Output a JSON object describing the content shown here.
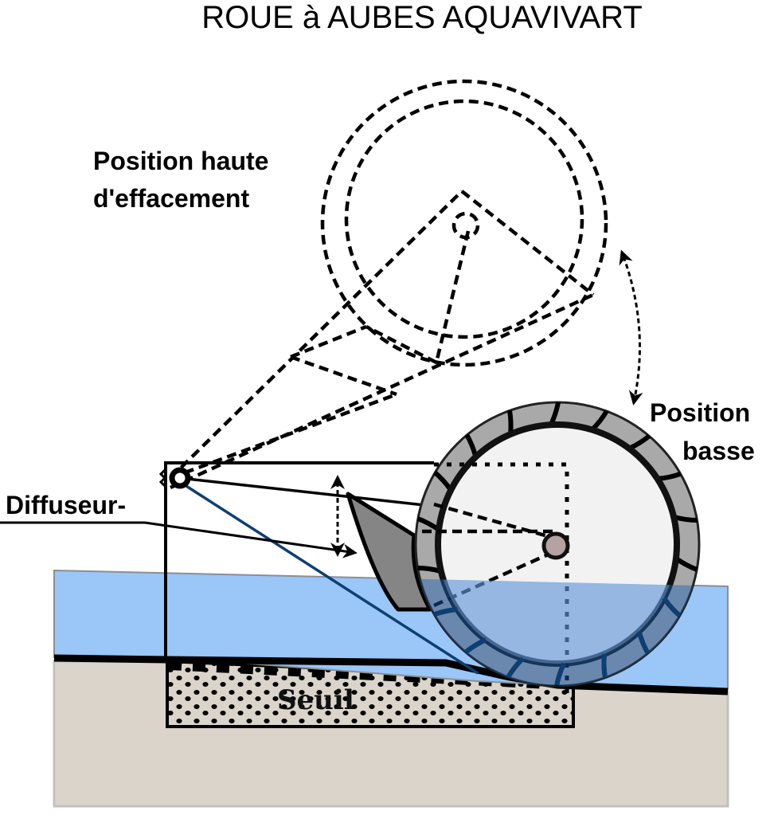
{
  "diagram": {
    "title": "ROUE à AUBES AQUAVIVART",
    "labels": {
      "high_position_line1": "Position haute",
      "high_position_line2": "d'effacement",
      "low_position_line1": "Position",
      "low_position_line2": "basse",
      "diffuser": "Diffuseur-",
      "sill": "Seuil"
    },
    "elements": {
      "wheel_low": "paddle-wheel (position basse)",
      "wheel_high": "paddle-wheel (position haute d'effacement, dashed)",
      "pivot": "pivot-axle",
      "diffuser": "diffuser-plate",
      "water": "water-flow",
      "ground": "river-bed",
      "sill": "sill (seuil)"
    },
    "paddle_count": 18,
    "colors": {
      "water": "#9ac6f8",
      "water_border": "#8a8f96",
      "water_on_wheel": "#6b9bd1",
      "paddle_submerged": "#0e3f73",
      "ground": "#dbd4cb",
      "ground_border": "#c4c0c0",
      "wheel_rim": "#a9a9a9",
      "wheel_face": "#f2f2f2",
      "hub": "#b5a2a2",
      "diffuser": "#858585",
      "sill_fill": "#dbd4cb",
      "ink": "#000000"
    }
  }
}
